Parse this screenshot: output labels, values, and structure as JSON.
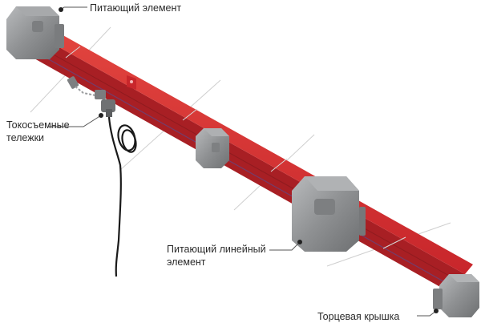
{
  "labels": {
    "feed_element": "Питающий элемент",
    "trolley_line1": "Токосъемные",
    "trolley_line2": "тележки",
    "linear_feed_line1": "Питающий линейный",
    "linear_feed_line2": "элемент",
    "end_cap": "Торцевая крышка"
  },
  "colors": {
    "rail_red": "#c8262b",
    "rail_dark": "#8f1b1f",
    "housing_gray": "#8c8e90",
    "leader_gray": "#555555",
    "cable_black": "#1a1a1a"
  },
  "icons": {
    "pointer_dot": "leader-dot"
  }
}
